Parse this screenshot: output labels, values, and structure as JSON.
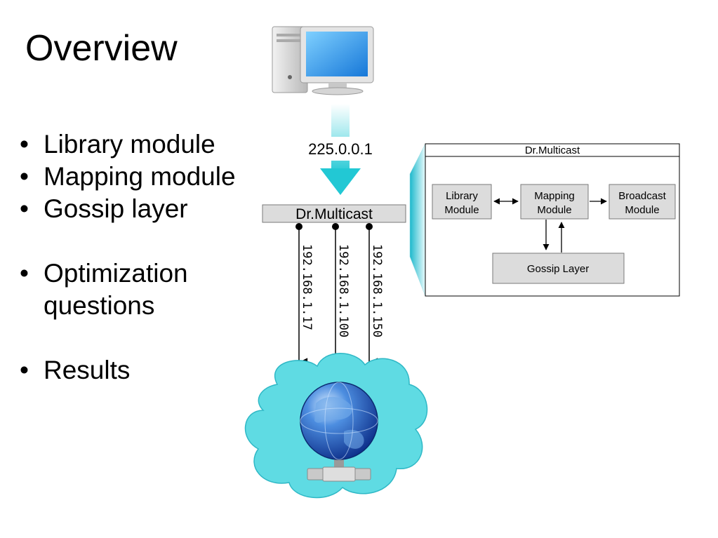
{
  "slide": {
    "title": "Overview",
    "bullets": [
      {
        "text": "Library module"
      },
      {
        "text": "Mapping module"
      },
      {
        "text": "Gossip layer"
      },
      {
        "text": "Optimization questions"
      },
      {
        "text": "Results"
      }
    ]
  },
  "network": {
    "multicast_address": "225.0.0.1",
    "hub_label": "Dr.Multicast",
    "unicast_addresses": [
      "192.168.1.17",
      "192.168.1.100",
      "192.168.1.150"
    ],
    "icons": [
      "computer-icon",
      "globe-network-icon",
      "cloud-shape"
    ]
  },
  "architecture": {
    "title": "Dr.Multicast",
    "modules": {
      "library": [
        "Library",
        "Module"
      ],
      "mapping": [
        "Mapping",
        "Module"
      ],
      "broadcast": [
        "Broadcast",
        "Module"
      ],
      "gossip": "Gossip Layer"
    }
  },
  "colors": {
    "accent_cyan": "#22c8d4",
    "cloud_fill": "#5fdbe3",
    "box_fill": "#dcdcdc",
    "globe_blue": "#1f5db8"
  }
}
